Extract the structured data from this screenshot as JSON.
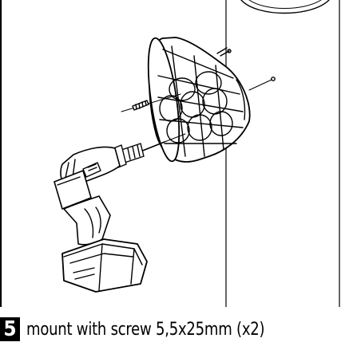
{
  "step": {
    "number": "5",
    "instruction": "mount with screw 5,5x25mm (x2)"
  },
  "illustration": {
    "content": [
      "wall",
      "wall-mount-bracket",
      "screw",
      "cordless-drill"
    ],
    "line_color": "#000000",
    "background": "#ffffff"
  }
}
